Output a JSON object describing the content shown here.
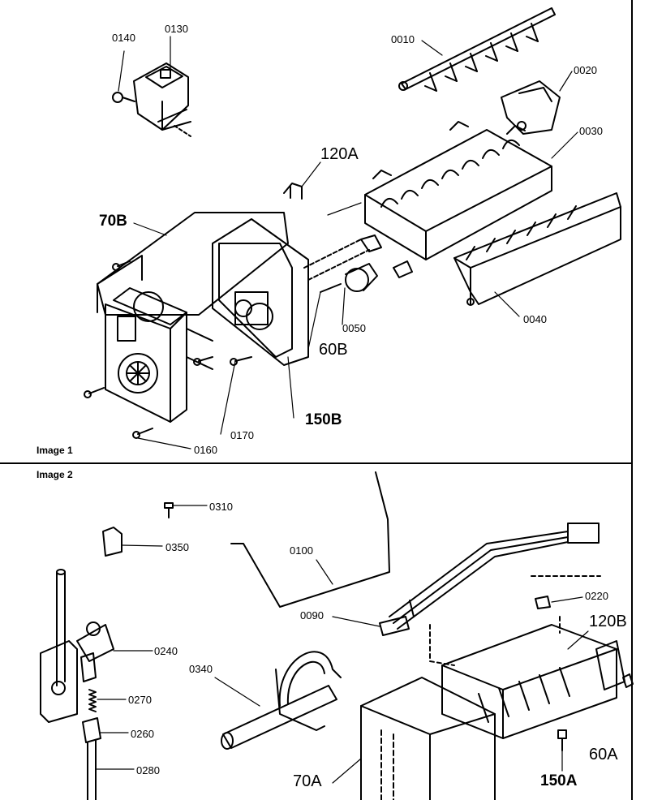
{
  "panels": {
    "top_caption": "Image 1",
    "bottom_caption": "Image 2"
  },
  "callouts": {
    "c0140": "0140",
    "c0130": "0130",
    "c0010": "0010",
    "c0020": "0020",
    "c0030": "0030",
    "c120A": "120A",
    "c70B": "70B",
    "c0050": "0050",
    "c60B": "60B",
    "c0040": "0040",
    "c150B": "150B",
    "c0170": "0170",
    "c0160": "0160",
    "c0310": "0310",
    "c0350": "0350",
    "c0100": "0100",
    "c0220": "0220",
    "c0090": "0090",
    "c120B": "120B",
    "c0240": "0240",
    "c0340": "0340",
    "c0270": "0270",
    "c0260": "0260",
    "c0280": "0280",
    "c70A": "70A",
    "c150A": "150A",
    "c60A": "60A"
  }
}
